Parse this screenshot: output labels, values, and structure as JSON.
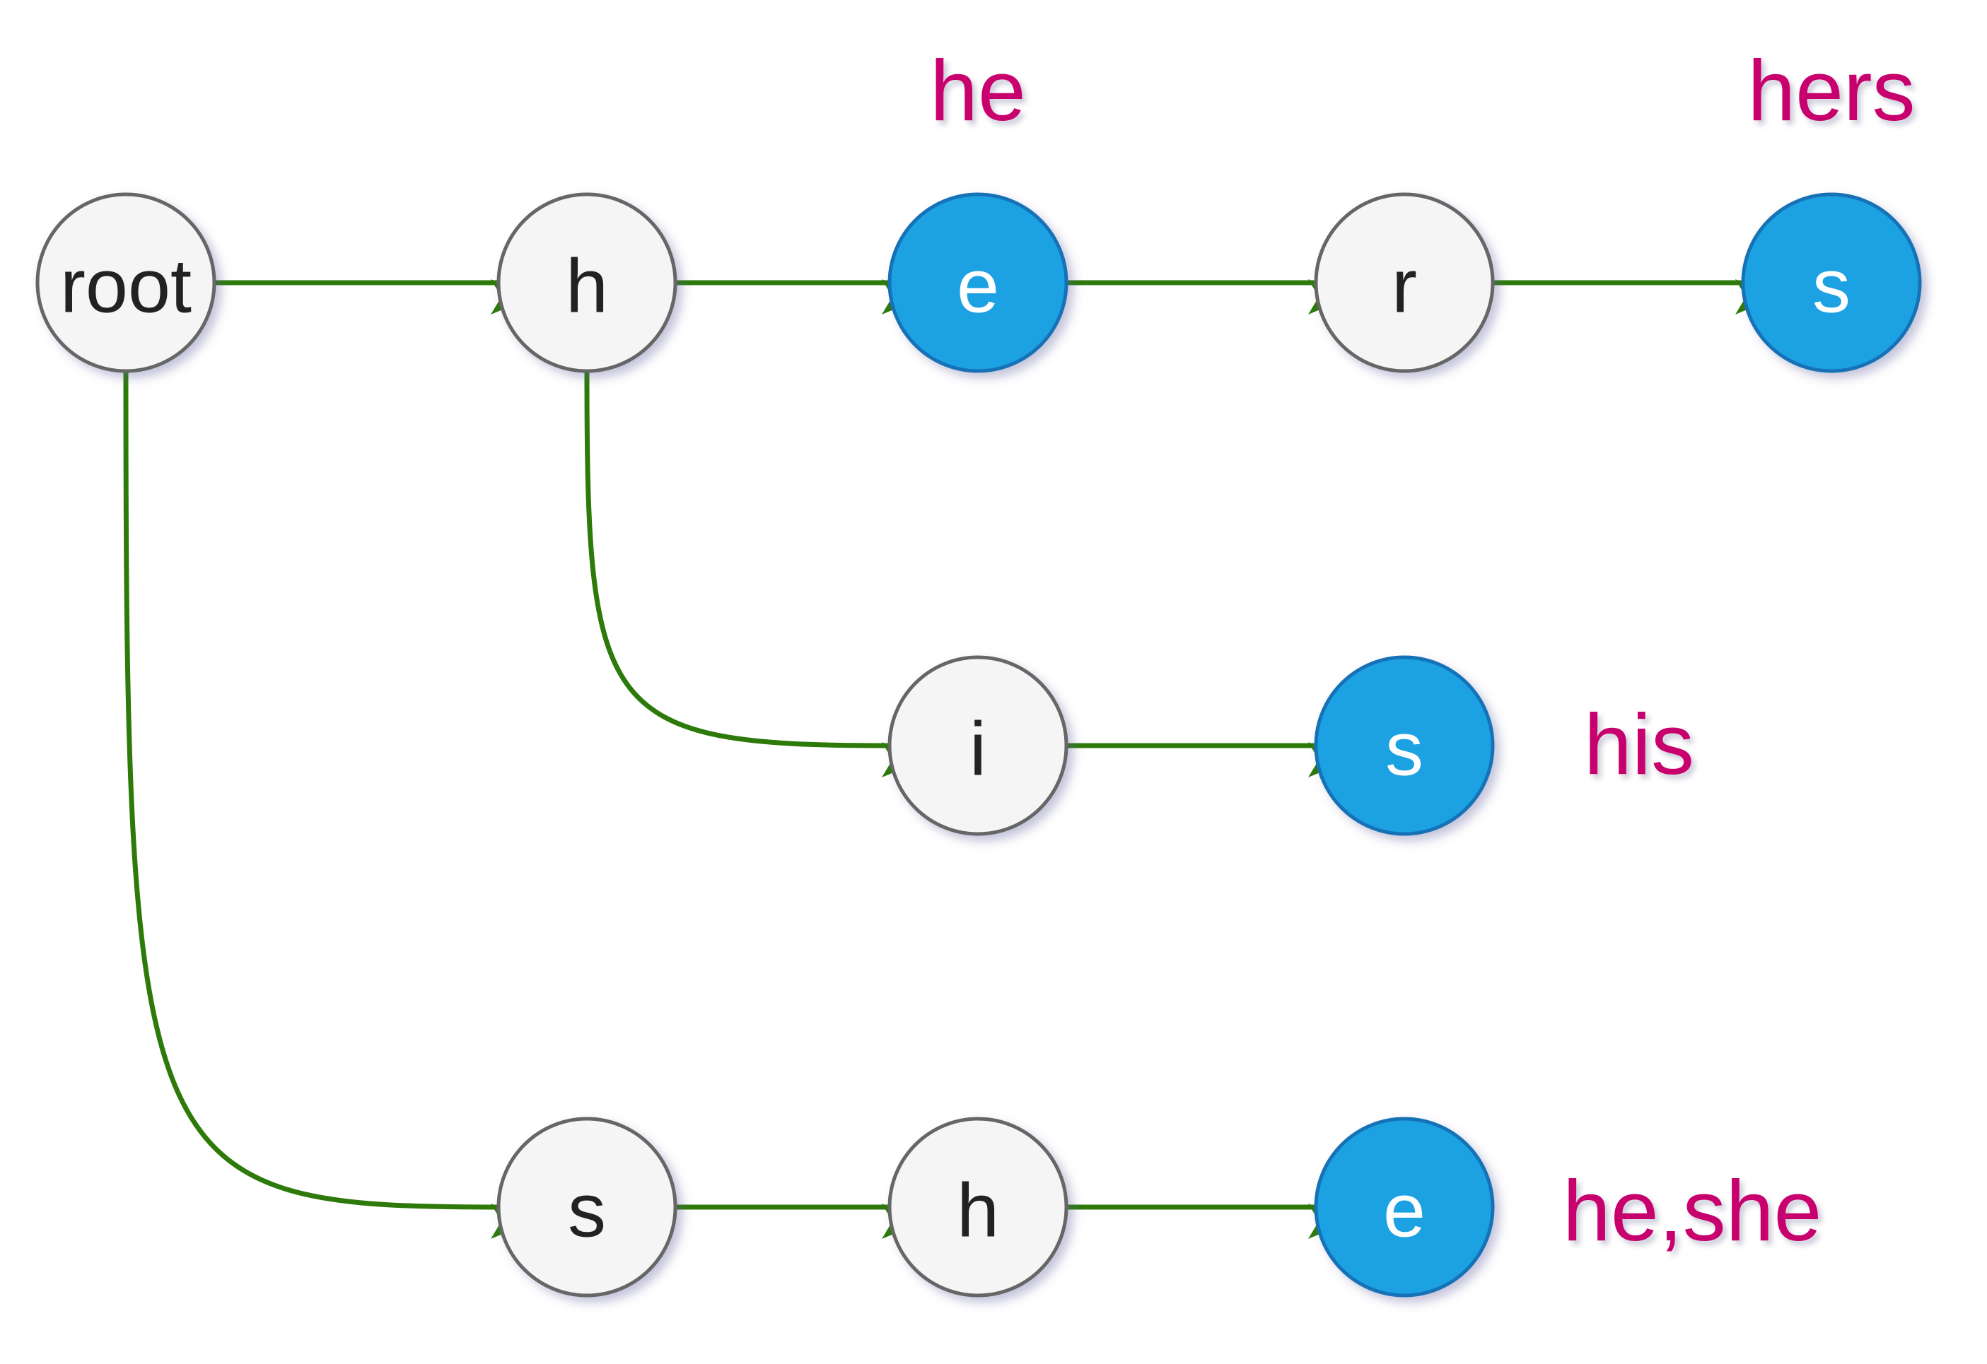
{
  "colors": {
    "node_fill": "#f5f5f5",
    "node_stroke": "#666666",
    "node_text": "#222222",
    "terminal_fill": "#1fa1e2",
    "terminal_stroke": "#1672b6",
    "terminal_text": "#ffffff",
    "edge": "#2d7a0a",
    "word_label": "#c8006e"
  },
  "nodes": [
    {
      "id": "root",
      "label": "root",
      "terminal": false
    },
    {
      "id": "h",
      "label": "h",
      "terminal": false
    },
    {
      "id": "he",
      "label": "e",
      "terminal": true
    },
    {
      "id": "her",
      "label": "r",
      "terminal": false
    },
    {
      "id": "hers",
      "label": "s",
      "terminal": true
    },
    {
      "id": "hi",
      "label": "i",
      "terminal": false
    },
    {
      "id": "his",
      "label": "s",
      "terminal": true
    },
    {
      "id": "s",
      "label": "s",
      "terminal": false
    },
    {
      "id": "sh",
      "label": "h",
      "terminal": false
    },
    {
      "id": "she",
      "label": "e",
      "terminal": true
    }
  ],
  "edges": [
    {
      "from": "root",
      "to": "h"
    },
    {
      "from": "h",
      "to": "he"
    },
    {
      "from": "he",
      "to": "her"
    },
    {
      "from": "her",
      "to": "hers"
    },
    {
      "from": "h",
      "to": "hi"
    },
    {
      "from": "hi",
      "to": "his"
    },
    {
      "from": "root",
      "to": "s"
    },
    {
      "from": "s",
      "to": "sh"
    },
    {
      "from": "sh",
      "to": "she"
    }
  ],
  "word_labels": [
    {
      "node": "he",
      "text": "he"
    },
    {
      "node": "hers",
      "text": "hers"
    },
    {
      "node": "his",
      "text": "his"
    },
    {
      "node": "she",
      "text": "he,she"
    }
  ]
}
